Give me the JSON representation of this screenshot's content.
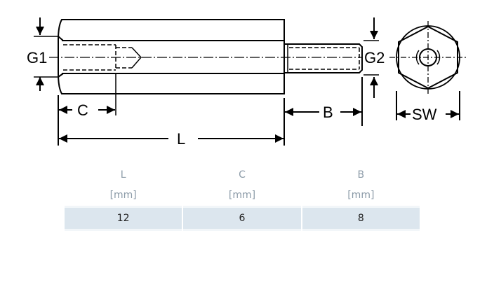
{
  "drawing": {
    "labels": {
      "g1": "G1",
      "g2": "G2",
      "c": "C",
      "b": "B",
      "l": "L",
      "sw": "SW"
    }
  },
  "table": {
    "headers": [
      "L",
      "C",
      "B"
    ],
    "units": [
      "[mm]",
      "[mm]",
      "[mm]"
    ],
    "values": [
      "12",
      "6",
      "8"
    ]
  }
}
